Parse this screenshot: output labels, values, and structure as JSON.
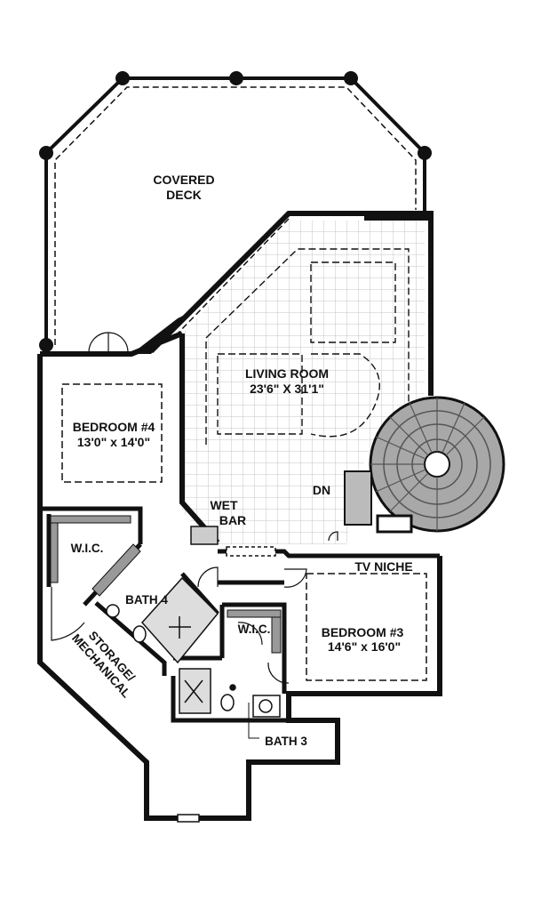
{
  "plan": {
    "rooms": {
      "covered_deck": {
        "line1": "COVERED",
        "line2": "DECK"
      },
      "living_room": {
        "name": "LIVING ROOM",
        "size": "23'6\" X 31'1\""
      },
      "bedroom4": {
        "name": "BEDROOM #4",
        "size": "13'0\" x 14'0\""
      },
      "wet_bar": {
        "line1": "WET",
        "line2": "BAR"
      },
      "stairs_down": "DN",
      "tv_niche": "TV NICHE",
      "bedroom3": {
        "name": "BEDROOM #3",
        "size": "14'6\" x 16'0\""
      },
      "wic_left": "W.I.C.",
      "bath4": "BATH 4",
      "wic_right": "W.I.C.",
      "storage": {
        "line1": "STORAGE/",
        "line2": "MECHANICAL"
      },
      "bath3": "BATH 3"
    },
    "colors": {
      "wall": "#111111",
      "tile": "#bdbdbd",
      "stair": "#9a9a9a"
    }
  }
}
